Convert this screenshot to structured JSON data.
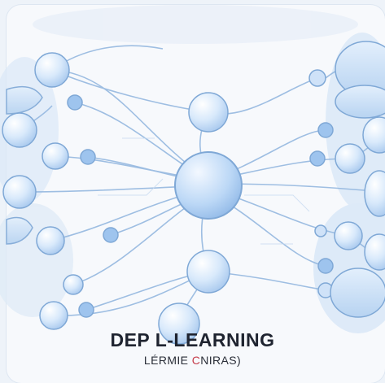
{
  "graphic": {
    "title_line": "DEP L-LEARNING",
    "subtitle_prefix": "LÉRMIE ",
    "subtitle_accent": "C",
    "subtitle_suffix": "NIRAS)",
    "colors": {
      "background": "#eef3f9",
      "node_fill": "#dcebfb",
      "node_stroke": "#7fa8d6",
      "wire": "#8fb4de",
      "accent_text": "#c53b4a"
    }
  }
}
